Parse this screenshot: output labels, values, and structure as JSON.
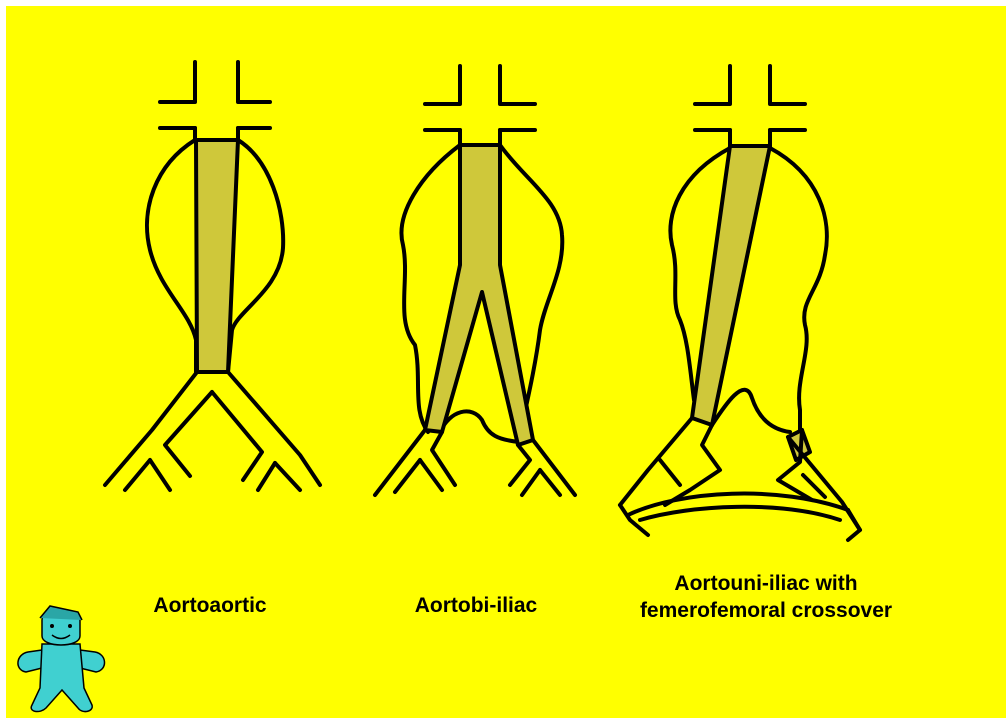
{
  "colors": {
    "background": "#FFFF00",
    "graft": "#CFC83A",
    "outline": "#000000",
    "mascot": "#40D0D0"
  },
  "icons": [
    "surgeon-mascot-icon"
  ],
  "diagrams": [
    {
      "caption_lines": [
        "Aortoaortic"
      ]
    },
    {
      "caption_lines": [
        "Aortobi-iliac"
      ]
    },
    {
      "caption_lines": [
        "Aortouni-iliac with",
        "femerofemoral crossover"
      ]
    }
  ]
}
